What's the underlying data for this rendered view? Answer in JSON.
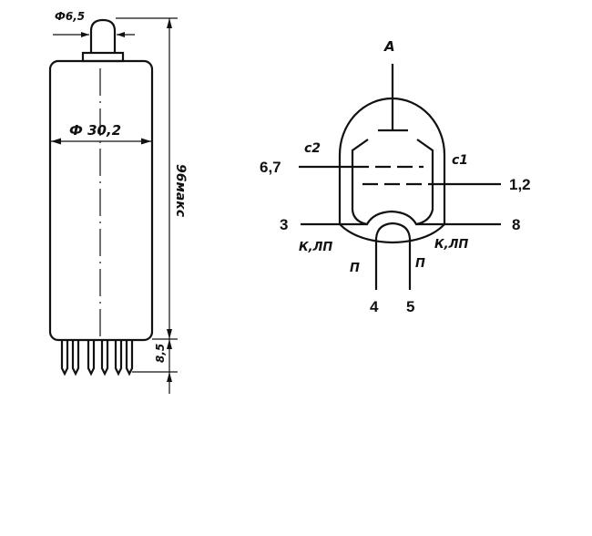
{
  "outline": {
    "cap_diameter": "Ф6,5",
    "body_diameter": "Ф 30,2",
    "total_height": "96макс",
    "pin_length": "8,5"
  },
  "schematic": {
    "anode_label": "A",
    "grid2_label": "c2",
    "grid1_label": "c1",
    "cathode_left_label": "К,ЛП",
    "cathode_right_label": "К,ЛП",
    "heater_left_label": "П",
    "heater_right_label": "П",
    "pins": {
      "grid2": "6,7",
      "grid1": "1,2",
      "cathode_left": "3",
      "cathode_right": "8",
      "heater_left": "4",
      "heater_right": "5"
    }
  }
}
